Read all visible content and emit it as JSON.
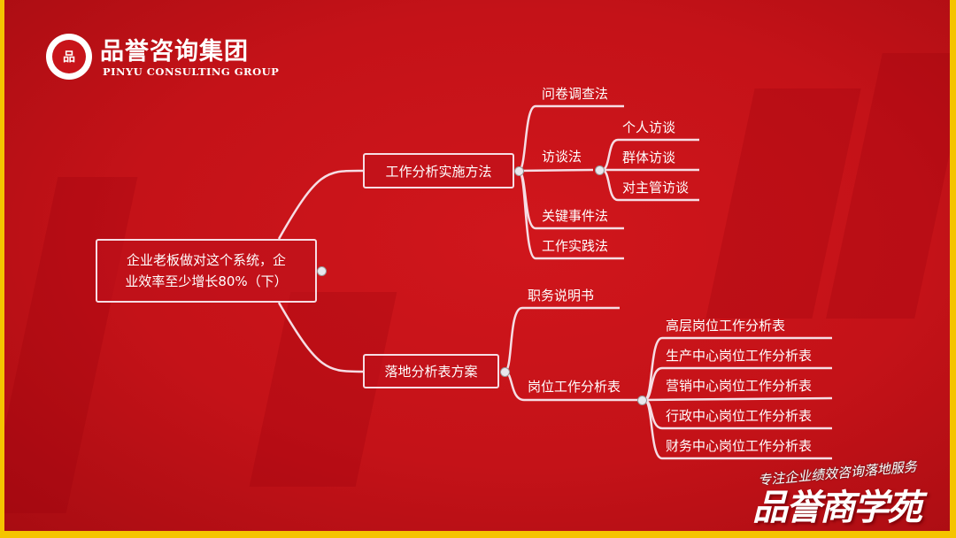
{
  "colors": {
    "background": "#c41218",
    "frame": "#f5c400",
    "line": "#f6dde4"
  },
  "logo": {
    "name_cn": "品誉咨询集团",
    "name_en": "PINYU CONSULTING GROUP",
    "seal_text": "品"
  },
  "mindmap": {
    "root": {
      "label_line1": "企业老板做对这个系统，企",
      "label_line2": "业效率至少增长80%（下）"
    },
    "branches": [
      {
        "label": "工作分析实施方法",
        "children": [
          {
            "label": "问卷调查法"
          },
          {
            "label": "访谈法",
            "children": [
              {
                "label": "个人访谈"
              },
              {
                "label": "群体访谈"
              },
              {
                "label": "对主管访谈"
              }
            ]
          },
          {
            "label": "关键事件法"
          },
          {
            "label": "工作实践法"
          }
        ]
      },
      {
        "label": "落地分析表方案",
        "children": [
          {
            "label": "职务说明书"
          },
          {
            "label": "岗位工作分析表",
            "children": [
              {
                "label": "高层岗位工作分析表"
              },
              {
                "label": "生产中心岗位工作分析表"
              },
              {
                "label": "营销中心岗位工作分析表"
              },
              {
                "label": "行政中心岗位工作分析表"
              },
              {
                "label": "财务中心岗位工作分析表"
              }
            ]
          }
        ]
      }
    ]
  },
  "watermark": {
    "slogan": "专注企业绩效咨询落地服务",
    "brand": "品誉商学苑"
  }
}
